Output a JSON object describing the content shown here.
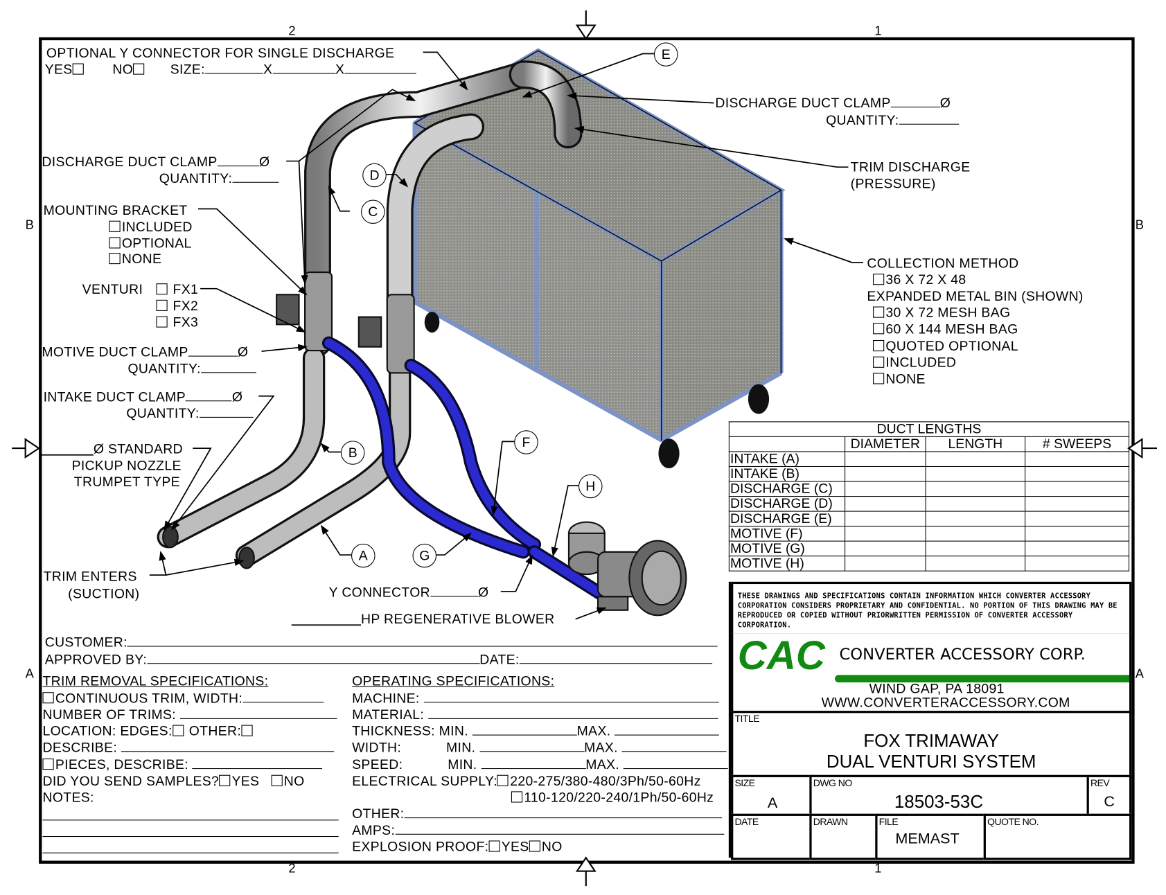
{
  "border": {
    "zones_top": [
      "2",
      "1"
    ],
    "zones_bottom": [
      "2",
      "1"
    ],
    "zones_left": [
      "B",
      "A"
    ],
    "zones_right": [
      "B",
      "A"
    ]
  },
  "callouts": {
    "optional_y": {
      "title": "OPTIONAL Y CONNECTOR FOR SINGLE DISCHARGE",
      "yes": "YES",
      "no": "NO",
      "size": "SIZE:",
      "x1": "X",
      "x2": "X"
    },
    "discharge_clamp_left": {
      "label": "DISCHARGE DUCT CLAMP",
      "dia": "Ø",
      "qty": "QUANTITY:"
    },
    "mounting_bracket": {
      "label": "MOUNTING BRACKET",
      "options": [
        "INCLUDED",
        "OPTIONAL",
        "NONE"
      ]
    },
    "venturi": {
      "label": "VENTURI",
      "options": [
        "FX1",
        "FX2",
        "FX3"
      ]
    },
    "motive_clamp": {
      "label": "MOTIVE DUCT CLAMP",
      "dia": "Ø",
      "qty": "QUANTITY:"
    },
    "intake_clamp": {
      "label": "INTAKE DUCT CLAMP",
      "dia": "Ø",
      "qty": "QUANTITY:"
    },
    "nozzle": {
      "line1": "Ø STANDARD",
      "line2": "PICKUP NOZZLE",
      "line3": "TRUMPET TYPE"
    },
    "trim_enters": {
      "line1": "TRIM ENTERS",
      "line2": "(SUCTION)"
    },
    "y_connector": {
      "label": "Y CONNECTOR",
      "dia": "Ø"
    },
    "blower": {
      "label": "HP REGENERATIVE BLOWER"
    },
    "discharge_clamp_right": {
      "label": "DISCHARGE DUCT CLAMP",
      "dia": "Ø",
      "qty": "QUANTITY:"
    },
    "trim_discharge": {
      "line1": "TRIM DISCHARGE",
      "line2": "(PRESSURE)"
    },
    "collection": {
      "label": "COLLECTION METHOD",
      "opt1": "36 X 72 X 48",
      "sub": "EXPANDED METAL BIN (SHOWN)",
      "options": [
        "30 X 72 MESH BAG",
        "60 X 144 MESH BAG",
        "QUOTED OPTIONAL",
        "INCLUDED",
        "NONE"
      ]
    },
    "bubbles": [
      "A",
      "B",
      "C",
      "D",
      "E",
      "F",
      "G",
      "H"
    ]
  },
  "duct_table": {
    "title": "DUCT LENGTHS",
    "columns": [
      "",
      "DIAMETER",
      "LENGTH",
      "# SWEEPS"
    ],
    "rows": [
      "INTAKE (A)",
      "INTAKE (B)",
      "DISCHARGE (C)",
      "DISCHARGE (D)",
      "DISCHARGE (E)",
      "MOTIVE (F)",
      "MOTIVE (G)",
      "MOTIVE (H)"
    ]
  },
  "form": {
    "customer": "CUSTOMER:",
    "approved_by": "APPROVED BY:",
    "date": "DATE:",
    "trim": {
      "title": "TRIM REMOVAL SPECIFICATIONS:",
      "continuous": "CONTINUOUS TRIM, WIDTH:",
      "number": "NUMBER OF TRIMS:",
      "location": "LOCATION: EDGES:",
      "other": "OTHER:",
      "describe": "DESCRIBE:",
      "pieces": "PIECES, DESCRIBE:",
      "samples": "DID YOU SEND SAMPLES?",
      "yes": "YES",
      "no": "NO",
      "notes": "NOTES:"
    },
    "operating": {
      "title": "OPERATING SPECIFICATIONS:",
      "machine": "MACHINE:",
      "material": "MATERIAL:",
      "thickness": "THICKNESS:",
      "width": "WIDTH:",
      "speed": "SPEED:",
      "min": "MIN.",
      "max": "MAX.",
      "electrical": "ELECTRICAL SUPPLY:",
      "elec_opt1": "220-275/380-480/3Ph/50-60Hz",
      "elec_opt2": "110-120/220-240/1Ph/50-60Hz",
      "other": "OTHER:",
      "amps": "AMPS:",
      "explosion": "EXPLOSION PROOF:",
      "yes": "YES",
      "no": "NO"
    }
  },
  "title_block": {
    "legal": "THESE DRAWINGS AND SPECIFICATIONS CONTAIN INFORMATION WHICH CONVERTER ACCESSORY CORPORATION CONSIDERS PROPRIETARY AND CONFIDENTIAL.  NO PORTION OF THIS DRAWING MAY BE REPRODUCED OR COPIED WITHOUT PRIORWRITTEN PERMISSION OF CONVERTER ACCESSORY CORPORATION.",
    "logo": "CAC",
    "company": "CONVERTER ACCESSORY CORP.",
    "address": "WIND GAP, PA 18091",
    "website": "WWW.CONVERTERACCESSORY.COM",
    "title_label": "TITLE",
    "title_line1": "FOX TRIMAWAY",
    "title_line2": "DUAL VENTURI SYSTEM",
    "size_label": "SIZE",
    "size": "A",
    "dwg_label": "DWG NO",
    "dwg_no": "18503-53C",
    "rev_label": "REV",
    "rev": "C",
    "date_label": "DATE",
    "drawn_label": "DRAWN",
    "file_label": "FILE",
    "file": "MEMAST",
    "quote_label": "QUOTE NO.",
    "brand_color": "#118a11"
  }
}
